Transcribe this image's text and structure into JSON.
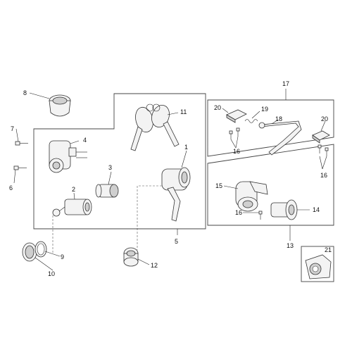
{
  "callouts": {
    "c1": "1",
    "c2": "2",
    "c3": "3",
    "c4": "4",
    "c5": "5",
    "c6": "6",
    "c7": "7",
    "c8": "8",
    "c9": "9",
    "c10": "10",
    "c11": "11",
    "c12": "12",
    "c13": "13",
    "c14": "14",
    "c15": "15",
    "c16a": "16",
    "c16b": "16",
    "c16c": "16",
    "c17": "17",
    "c18": "18",
    "c19": "19",
    "c20a": "20",
    "c20b": "20",
    "c21": "21"
  }
}
